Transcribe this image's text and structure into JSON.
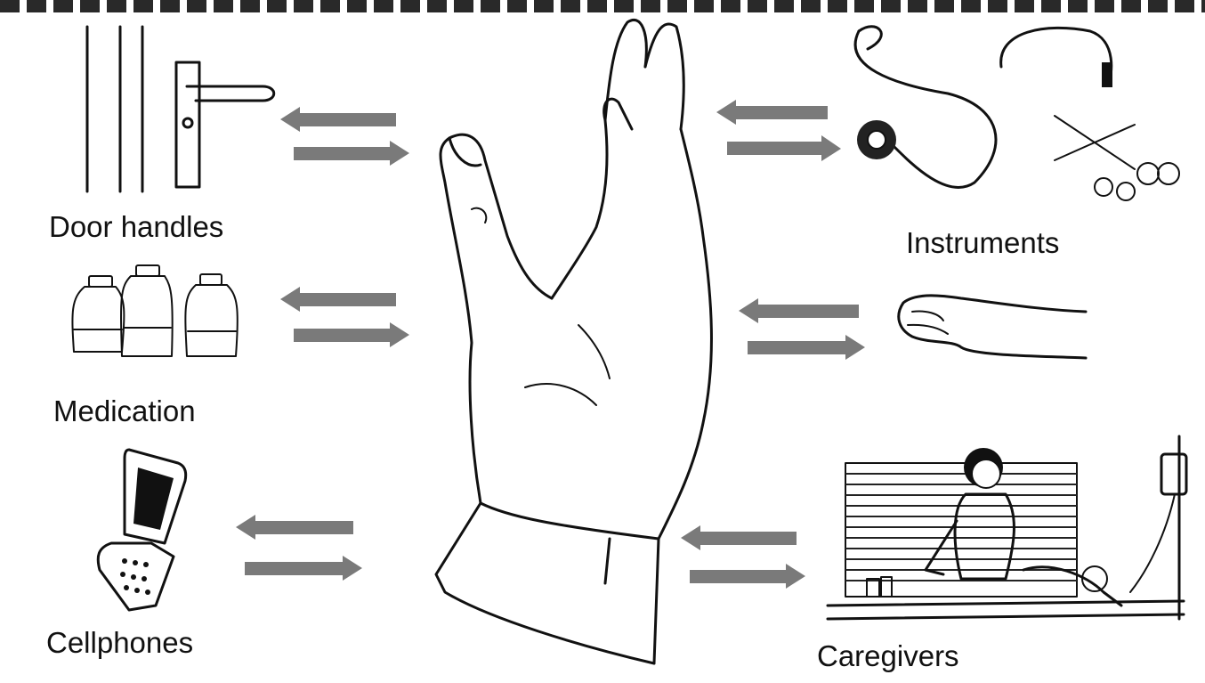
{
  "labels": {
    "door_handles": "Door handles",
    "instruments": "Instruments",
    "medication": "Medication",
    "cellphones": "Cellphones",
    "caregivers": "Caregivers"
  },
  "colors": {
    "arrow": "#7a7a7a",
    "ink": "#111111",
    "background": "#ffffff"
  },
  "icons": {
    "door": "door-handle-icon",
    "stethoscope": "stethoscope-icon",
    "bottles": "medication-bottles-icon",
    "patient_hand": "patient-hand-icon",
    "phone": "cellphone-icon",
    "caregiver": "caregiver-at-bedside-icon",
    "central_hand": "raised-hand-icon"
  }
}
